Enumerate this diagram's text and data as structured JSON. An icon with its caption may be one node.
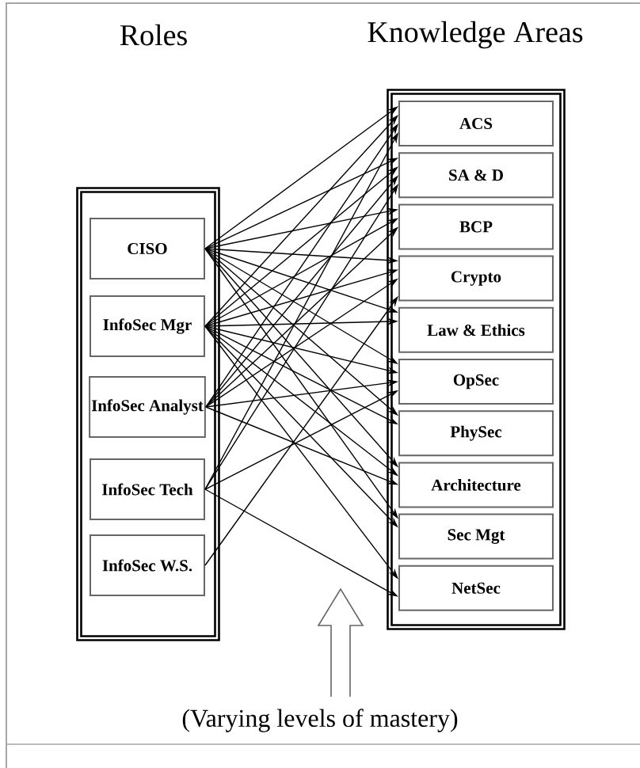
{
  "diagram": {
    "nodes": [
      {
        "text": [
          "Roles"
        ]
      },
      {
        "text": [
          "CISO"
        ],
        "in": 0
      },
      {
        "text": [
          "InfoSec Mgr"
        ],
        "in": 0
      },
      {
        "text": [
          "InfoSec Analyst"
        ],
        "in": 0
      },
      {
        "text": [
          "InfoSec Tech"
        ],
        "in": 0
      },
      {
        "text": [
          "InfoSec W.S."
        ],
        "in": 0
      },
      {
        "text": [
          "Knowledge Areas"
        ]
      },
      {
        "text": [
          "ACS"
        ],
        "in": 6
      },
      {
        "text": [
          "SA & D"
        ],
        "in": 6
      },
      {
        "text": [
          "BCP"
        ],
        "in": 6
      },
      {
        "text": [
          "Crypto"
        ],
        "in": 6
      },
      {
        "text": [
          "Law & Ethics"
        ],
        "in": 6
      },
      {
        "text": [
          "OpSec"
        ],
        "in": 6
      },
      {
        "text": [
          "PhySec"
        ],
        "in": 6
      },
      {
        "text": [
          "Architecture"
        ],
        "in": 6
      },
      {
        "text": [
          "Sec Mgt"
        ],
        "in": 6
      },
      {
        "text": [
          "NetSec"
        ],
        "in": 6
      }
    ],
    "edges": [
      {
        "from": 1,
        "to": 7,
        "arrow": "to"
      },
      {
        "from": 1,
        "to": 8,
        "arrow": "to"
      },
      {
        "from": 1,
        "to": 9,
        "arrow": "to"
      },
      {
        "from": 1,
        "to": 10,
        "arrow": "to"
      },
      {
        "from": 1,
        "to": 11,
        "arrow": "to"
      },
      {
        "from": 1,
        "to": 12,
        "arrow": "to"
      },
      {
        "from": 1,
        "to": 13,
        "arrow": "to"
      },
      {
        "from": 1,
        "to": 14,
        "arrow": "to"
      },
      {
        "from": 1,
        "to": 15,
        "arrow": "to"
      },
      {
        "from": 2,
        "to": 7,
        "arrow": "to"
      },
      {
        "from": 2,
        "to": 8,
        "arrow": "to"
      },
      {
        "from": 2,
        "to": 9,
        "arrow": "to"
      },
      {
        "from": 2,
        "to": 10,
        "arrow": "to"
      },
      {
        "from": 2,
        "to": 11,
        "arrow": "to"
      },
      {
        "from": 2,
        "to": 12,
        "arrow": "to"
      },
      {
        "from": 2,
        "to": 13,
        "arrow": "to"
      },
      {
        "from": 2,
        "to": 14,
        "arrow": "to"
      },
      {
        "from": 2,
        "to": 15,
        "arrow": "to"
      },
      {
        "from": 2,
        "to": 16,
        "arrow": "to"
      },
      {
        "from": 3,
        "to": 7,
        "arrow": "to"
      },
      {
        "from": 3,
        "to": 8,
        "arrow": "to"
      },
      {
        "from": 3,
        "to": 9,
        "arrow": "to"
      },
      {
        "from": 3,
        "to": 10,
        "arrow": "to"
      },
      {
        "from": 3,
        "to": 12,
        "arrow": "to"
      },
      {
        "from": 3,
        "to": 14,
        "arrow": "to"
      },
      {
        "from": 4,
        "to": 7,
        "arrow": "to"
      },
      {
        "from": 4,
        "to": 8,
        "arrow": "to"
      },
      {
        "from": 4,
        "to": 12,
        "arrow": "to"
      },
      {
        "from": 4,
        "to": 16,
        "arrow": "to"
      },
      {
        "from": 5,
        "to": 10,
        "arrow": "to"
      }
    ],
    "labels": [
      "(Varying levels of mastery)"
    ]
  }
}
